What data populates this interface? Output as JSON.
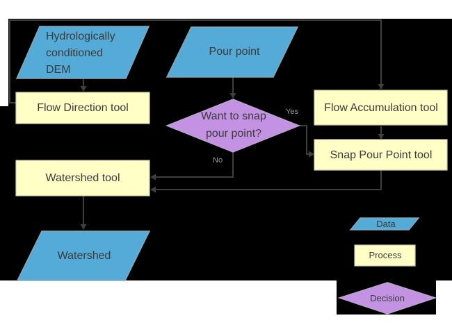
{
  "nodes": {
    "dem": {
      "line1": "Hydrologically",
      "line2": "conditioned",
      "line3": "DEM",
      "type": "data"
    },
    "pour_point": {
      "label": "Pour point",
      "type": "data"
    },
    "flow_direction": {
      "label": "Flow Direction tool",
      "type": "process"
    },
    "flow_accumulation": {
      "label": "Flow Accumulation tool",
      "type": "process"
    },
    "snap_pour_point": {
      "label": "Snap Pour Point tool",
      "type": "process"
    },
    "decision": {
      "line1": "Want to snap",
      "line2": "pour point?",
      "type": "decision"
    },
    "watershed_tool": {
      "label": "Watershed tool",
      "type": "process"
    },
    "watershed": {
      "label": "Watershed",
      "type": "data"
    }
  },
  "edge_labels": {
    "yes": "Yes",
    "no": "No"
  },
  "edges": [
    {
      "from": "Hydrologically conditioned DEM",
      "to": "Flow Direction tool"
    },
    {
      "from": "Flow Direction tool",
      "to": "Flow Accumulation tool"
    },
    {
      "from": "Pour point",
      "to": "Want to snap pour point?"
    },
    {
      "from": "Want to snap pour point?",
      "to": "Snap Pour Point tool",
      "label": "Yes"
    },
    {
      "from": "Want to snap pour point?",
      "to": "Watershed tool",
      "label": "No"
    },
    {
      "from": "Flow Accumulation tool",
      "to": "Snap Pour Point tool"
    },
    {
      "from": "Snap Pour Point tool",
      "to": "Watershed tool"
    },
    {
      "from": "Watershed tool",
      "to": "Watershed"
    }
  ],
  "legend": {
    "data": "Data",
    "process": "Process",
    "decision": "Decision"
  },
  "colors": {
    "background": "#000000",
    "data_fill": "#55abd7",
    "process_fill": "#ffffc6",
    "decision_fill": "#c392e2",
    "connector": "#3f3f3f",
    "text": "#3a3a3a",
    "edge_label_text": "#9a9a9a"
  }
}
